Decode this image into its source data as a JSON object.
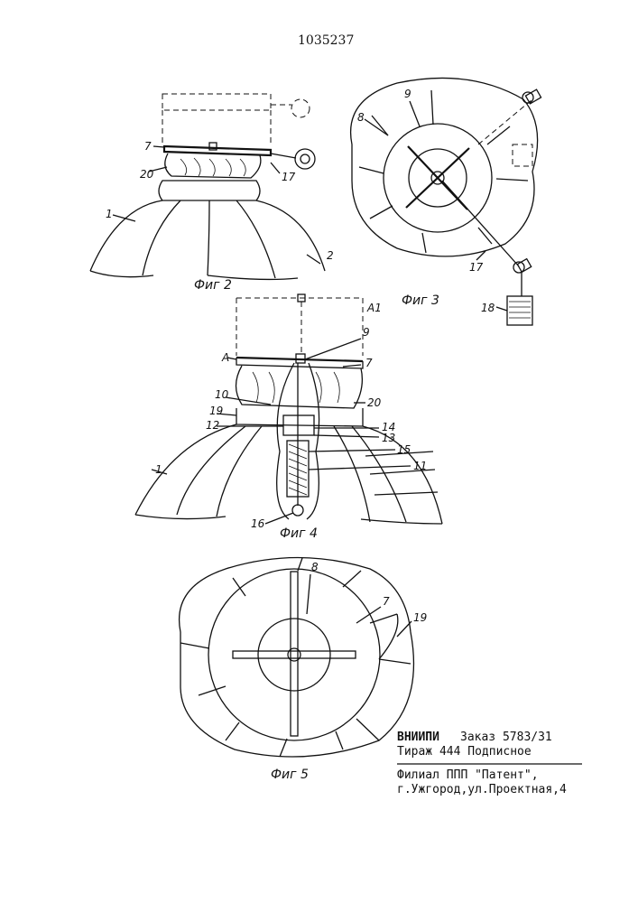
{
  "patent_number": "1035237",
  "figures": {
    "fig2": {
      "caption": "Фиг 2",
      "labels": [
        "7",
        "20",
        "1",
        "2",
        "17"
      ]
    },
    "fig3": {
      "caption": "Фиг 3",
      "labels": [
        "9",
        "8",
        "17",
        "18"
      ]
    },
    "fig4": {
      "caption": "Фиг 4",
      "labels": [
        "A",
        "A1",
        "9",
        "7",
        "10",
        "20",
        "19",
        "12",
        "14",
        "13",
        "15",
        "11",
        "1",
        "16"
      ]
    },
    "fig5": {
      "caption": "Фиг 5",
      "labels": [
        "8",
        "7",
        "19"
      ]
    }
  },
  "imprint": {
    "org": "ВНИИПИ",
    "order": "Заказ 5783/31",
    "print_run": "Тираж 444 Подписное",
    "branch": "Филиал ППП \"Патент\",",
    "address": "г.Ужгород,ул.Проектная,4"
  }
}
